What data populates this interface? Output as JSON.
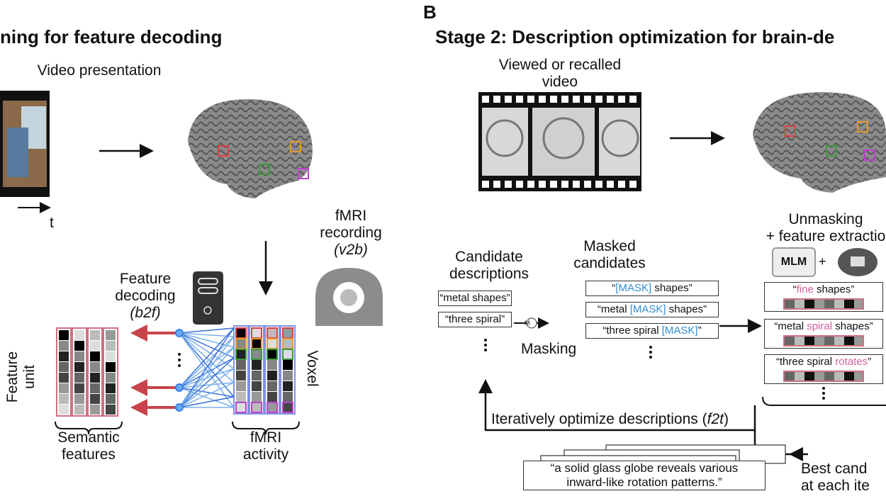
{
  "panel_a": {
    "title": "ning for feature decoding",
    "video_label": "Video presentation",
    "time_label": "t",
    "fmri_recording": [
      "fMRI",
      "recording",
      "(v2b)"
    ],
    "feature_decoding": [
      "Feature",
      "decoding",
      "(b2f)"
    ],
    "feature_unit": [
      "Feature",
      "unit"
    ],
    "voxel": "Voxel",
    "semantic_features": [
      "Semantic",
      "features"
    ],
    "fmri_activity": [
      "fMRI",
      "activity"
    ]
  },
  "panel_b": {
    "letter": "B",
    "title": "Stage 2: Description optimization for brain-de",
    "video_label": [
      "Viewed or recalled",
      "video"
    ],
    "unmasking": [
      "Unmasking",
      "+ feature extractio"
    ],
    "mlm_label": "MLM",
    "plus": "+",
    "candidate_label": [
      "Candidate",
      "descriptions"
    ],
    "candidates": [
      "“metal shapes”",
      "“three spiral”"
    ],
    "masking_label": "Masking",
    "mask_icon": "M",
    "masked_label": [
      "Masked",
      "candidates"
    ],
    "masked": [
      {
        "pre": "“",
        "mask": "[MASK]",
        "post": " shapes”"
      },
      {
        "pre": "“metal ",
        "mask": "[MASK]",
        "post": " shapes”"
      },
      {
        "pre": "“three spiral ",
        "mask": "[MASK]",
        "post": "”"
      }
    ],
    "unmasked": [
      {
        "pre": "“",
        "word": "fine",
        "post": " shapes”"
      },
      {
        "pre": "“metal ",
        "word": "spiral",
        "post": " shapes”"
      },
      {
        "pre": "“three spiral ",
        "word": "rotates",
        "post": "”"
      }
    ],
    "iterate_label": "Iteratively optimize descriptions (",
    "iterate_italic": "f2t",
    "iterate_end": ")",
    "best_description": [
      "“a solid glass globe reveals various",
      "inward-like rotation patterns.”"
    ],
    "best_label": [
      "Best cand",
      "at each ite"
    ]
  },
  "colors": {
    "arrow_red": "#c8444c",
    "mask_blue": "#2f8fd0",
    "word_pink": "#d0609a",
    "node_blue": "#3a7ee6",
    "roi_red": "#e04040",
    "roi_orange": "#e89a2a",
    "roi_green": "#3a9a3a",
    "roi_purple": "#c040d0"
  }
}
